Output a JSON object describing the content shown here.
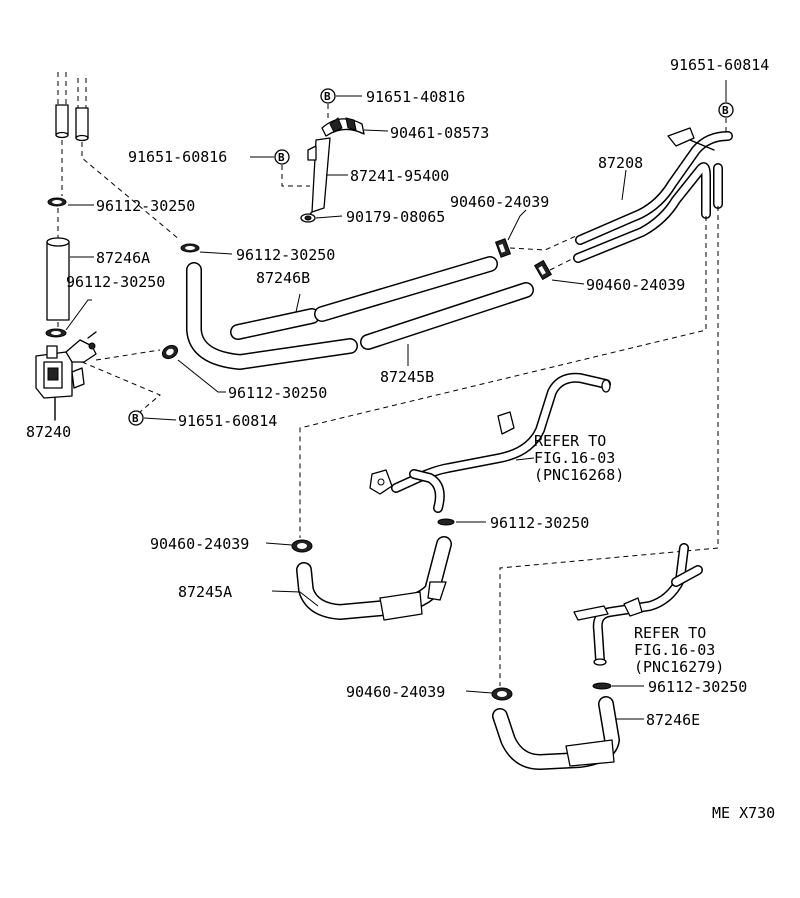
{
  "labels": {
    "p91651_60814_top": "91651-60814",
    "p91651_40816": "91651-40816",
    "p90461_08573": "90461-08573",
    "p91651_60816": "91651-60816",
    "p87241_95400": "87241-95400",
    "p87208": "87208",
    "p96112_30250_a": "96112-30250",
    "p90179_08065": "90179-08065",
    "p90460_24039_a": "90460-24039",
    "p87246A": "87246A",
    "p96112_30250_b": "96112-30250",
    "p96112_30250_c": "96112-30250",
    "p87246B": "87246B",
    "p90460_24039_b": "90460-24039",
    "p96112_30250_d": "96112-30250",
    "p87245B": "87245B",
    "p91651_60814_low": "91651-60814",
    "p87240": "87240",
    "refer1_l1": "REFER TO",
    "refer1_l2": "FIG.16-03",
    "refer1_l3": "(PNC16268)",
    "p96112_30250_e": "96112-30250",
    "p90460_24039_c": "90460-24039",
    "p87245A": "87245A",
    "refer2_l1": "REFER TO",
    "refer2_l2": "FIG.16-03",
    "refer2_l3": "(PNC16279)",
    "p90460_24039_d": "90460-24039",
    "p96112_30250_f": "96112-30250",
    "p87246E": "87246E",
    "code": "ME X730"
  },
  "bolt_symbol": "B"
}
